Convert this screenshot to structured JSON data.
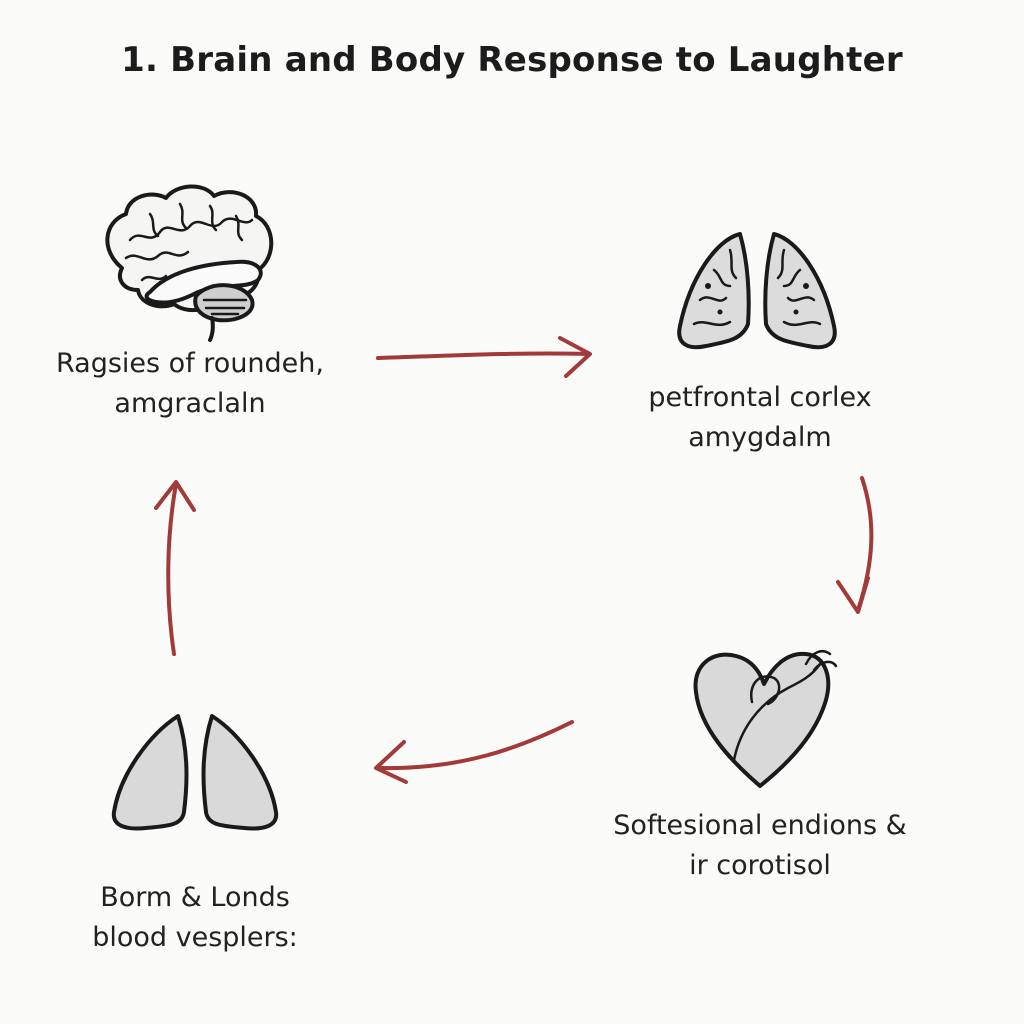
{
  "title": "1. Brain and Body Response to Laughter",
  "nodes": [
    {
      "id": "brain",
      "icon": "brain-icon",
      "lines": [
        "Ragsies of roundeh,",
        "amgraclaln"
      ]
    },
    {
      "id": "prefrontal",
      "icon": "organ-icon",
      "lines": [
        "petfrontal corlex",
        "amygdalm"
      ]
    },
    {
      "id": "heart",
      "icon": "heart-icon",
      "lines": [
        "Softesional endions &",
        "ir corotisol"
      ]
    },
    {
      "id": "lungs",
      "icon": "lungs-icon",
      "lines": [
        "Borm & Londs",
        "blood vesplers:"
      ]
    }
  ],
  "colors": {
    "arrow": "#a33a3a",
    "ink": "#1a1a1a",
    "fill": "#d9d9d9"
  }
}
